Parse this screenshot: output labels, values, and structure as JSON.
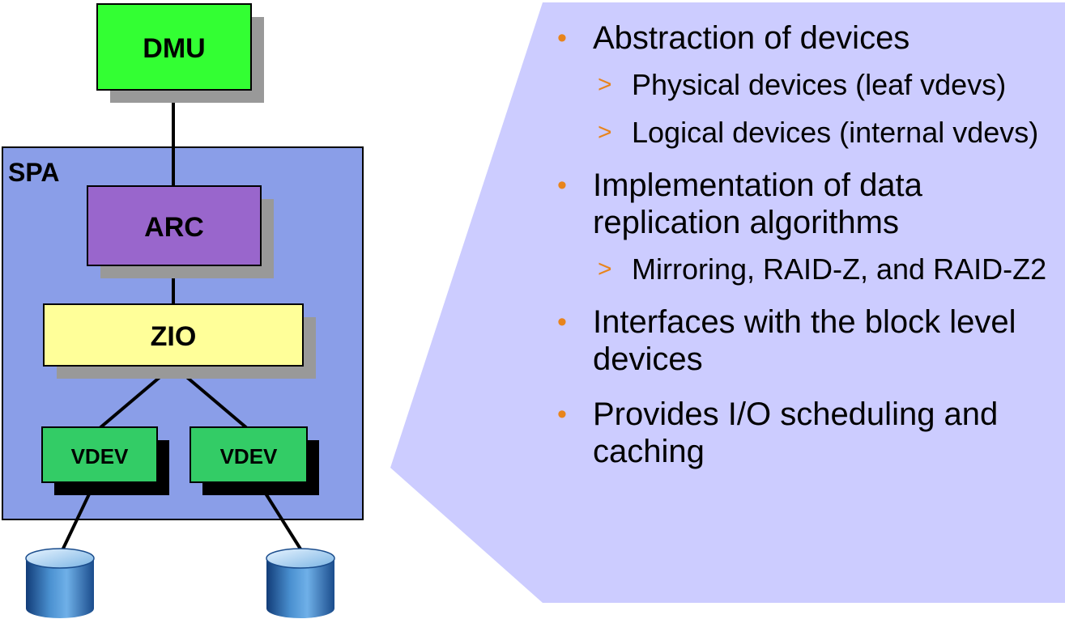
{
  "diagram": {
    "dmu_label": "DMU",
    "spa_label": "SPA",
    "arc_label": "ARC",
    "zio_label": "ZIO",
    "vdev_labels": [
      "VDEV",
      "VDEV"
    ],
    "colors": {
      "dmu": "#33ff33",
      "spa": "#8a9ee8",
      "arc": "#9966cc",
      "zio": "#ffff99",
      "vdev": "#33cc66",
      "callout": "#ccccff",
      "bullet": "#e8841c",
      "disk": "#2266aa"
    }
  },
  "callout": {
    "bullet_glyph": "•",
    "sub_glyph": ">",
    "items": [
      {
        "text": "Abstraction of devices",
        "subs": [
          "Physical devices (leaf vdevs)",
          "Logical devices (internal vdevs)"
        ]
      },
      {
        "text": "Implementation of data replication algorithms",
        "subs": [
          "Mirroring, RAID-Z, and RAID-Z2"
        ]
      },
      {
        "text": "Interfaces with the block level devices",
        "subs": []
      },
      {
        "text": "Provides I/O scheduling and caching",
        "subs": []
      }
    ]
  }
}
